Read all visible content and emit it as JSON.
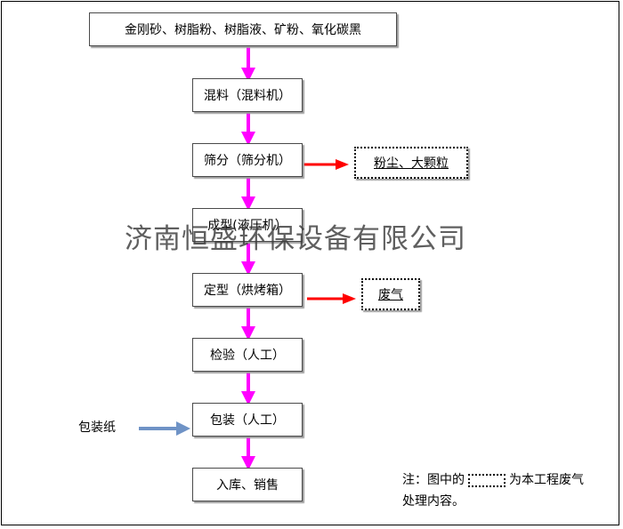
{
  "flow": {
    "steps": [
      "金刚砂、树脂粉、树脂液、矿粉、氧化碳黑",
      "混料（混料机）",
      "筛分（筛分机）",
      "成型(液压机）",
      "定型（烘烤箱）",
      "检验（人工）",
      "包装（人工）",
      "入库、销售"
    ],
    "outputs": [
      "粉尘、大颗粒",
      "废气"
    ],
    "input_label": "包装纸"
  },
  "watermark": "济南恒盛环保设备有限公司",
  "note": {
    "prefix": "注：图中的",
    "suffix": "为本工程废气",
    "line2": "处理内容。"
  },
  "colors": {
    "flow_arrow": "#ff00ff",
    "output_arrow": "#ff0000",
    "input_arrow": "#6f93c6"
  }
}
